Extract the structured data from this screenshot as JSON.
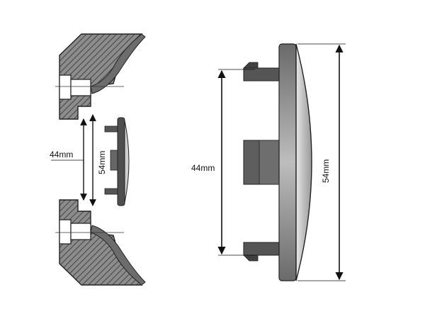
{
  "left_view": {
    "dim_bore": "44mm",
    "dim_cap": "54mm"
  },
  "right_view": {
    "dim_clip_span": "44mm",
    "dim_cap_diameter": "54mm"
  },
  "colors": {
    "line": "#111111",
    "hatch_fill": "#8c8c8c",
    "body_dark": "#5a5a5a",
    "body_mid": "#7a7a7a",
    "face_light": "#d9d9d9"
  }
}
